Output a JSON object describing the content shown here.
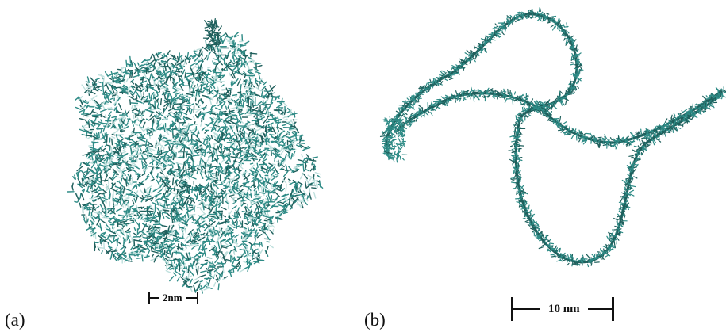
{
  "figure": {
    "panel_a": {
      "label": "(a)",
      "scale_bar": "2nm",
      "depiction": "compact-globular-polymer"
    },
    "panel_b": {
      "label": "(b)",
      "scale_bar": "10 nm",
      "depiction": "extended-coiled-polymer-chain"
    },
    "colors": {
      "molecule": "#2e8b86",
      "molecule_dark": "#1f5f5c",
      "molecule_light": "#bfe0dd",
      "background": "#ffffff",
      "text": "#111111"
    }
  }
}
